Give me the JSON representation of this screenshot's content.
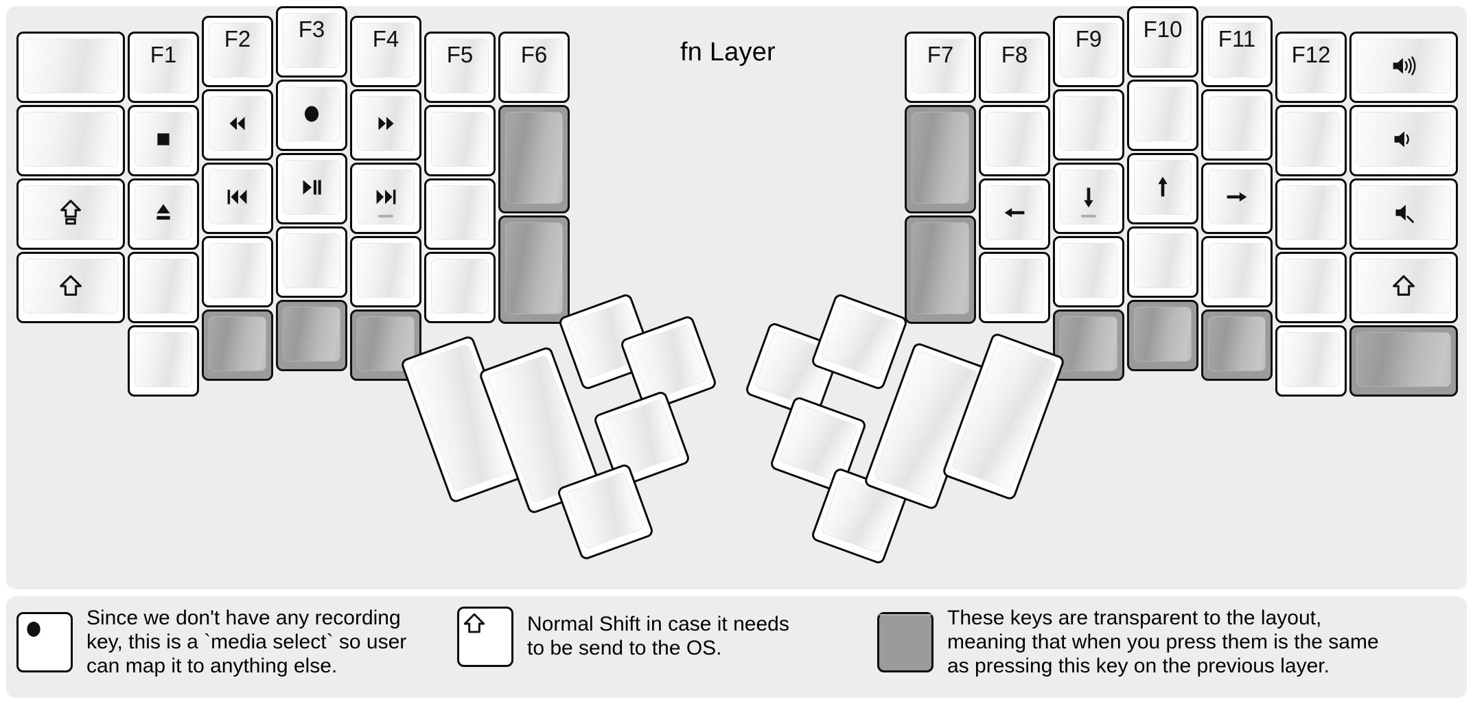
{
  "title": "fn Layer",
  "colors": {
    "background": "#ededed",
    "key_face": "#ffffff",
    "key_border": "#0a0a0a",
    "transparent_key": "#9b9b9b",
    "text": "#111111"
  },
  "keyboard": {
    "left_half": {
      "columns": [
        {
          "name": "col-outer-left",
          "keys": [
            {
              "label": "",
              "icon": "",
              "type": "normal"
            },
            {
              "label": "",
              "icon": "",
              "type": "normal"
            },
            {
              "label": "",
              "icon": "caps-lock-icon",
              "type": "normal"
            },
            {
              "label": "",
              "icon": "shift-icon",
              "type": "normal"
            }
          ]
        },
        {
          "name": "col-pinky",
          "keys": [
            {
              "label": "F1",
              "icon": "",
              "type": "normal"
            },
            {
              "label": "",
              "icon": "media-stop-icon",
              "type": "normal"
            },
            {
              "label": "",
              "icon": "media-eject-icon",
              "type": "normal"
            },
            {
              "label": "",
              "icon": "",
              "type": "normal"
            },
            {
              "label": "",
              "icon": "",
              "type": "normal"
            }
          ]
        },
        {
          "name": "col-ring",
          "keys": [
            {
              "label": "F2",
              "icon": "",
              "type": "normal"
            },
            {
              "label": "",
              "icon": "media-rewind-icon",
              "type": "normal"
            },
            {
              "label": "",
              "icon": "media-previous-icon",
              "type": "normal"
            },
            {
              "label": "",
              "icon": "",
              "type": "normal"
            },
            {
              "label": "",
              "icon": "",
              "type": "transparent"
            }
          ]
        },
        {
          "name": "col-middle",
          "keys": [
            {
              "label": "F3",
              "icon": "",
              "type": "normal"
            },
            {
              "label": "",
              "icon": "media-record-icon",
              "type": "normal"
            },
            {
              "label": "",
              "icon": "media-play-pause-icon",
              "type": "normal"
            },
            {
              "label": "",
              "icon": "",
              "type": "normal"
            },
            {
              "label": "",
              "icon": "",
              "type": "transparent"
            }
          ]
        },
        {
          "name": "col-index",
          "keys": [
            {
              "label": "F4",
              "icon": "",
              "type": "normal"
            },
            {
              "label": "",
              "icon": "media-fast-forward-icon",
              "type": "normal"
            },
            {
              "label": "",
              "icon": "media-next-icon",
              "type": "normal",
              "homing": true
            },
            {
              "label": "",
              "icon": "",
              "type": "normal"
            },
            {
              "label": "",
              "icon": "",
              "type": "transparent"
            }
          ]
        },
        {
          "name": "col-inner",
          "keys": [
            {
              "label": "F5",
              "icon": "",
              "type": "normal"
            },
            {
              "label": "",
              "icon": "",
              "type": "normal"
            },
            {
              "label": "",
              "icon": "",
              "type": "normal"
            },
            {
              "label": "",
              "icon": "",
              "type": "normal"
            }
          ]
        },
        {
          "name": "col-innermost",
          "keys": [
            {
              "label": "F6",
              "icon": "",
              "type": "normal"
            },
            {
              "label": "",
              "icon": "",
              "type": "transparent"
            },
            {
              "label": "",
              "icon": "",
              "type": "transparent"
            }
          ]
        }
      ],
      "thumb_cluster": [
        {
          "label": "",
          "icon": "",
          "type": "normal",
          "size": "large"
        },
        {
          "label": "",
          "icon": "",
          "type": "normal",
          "size": "large"
        },
        {
          "label": "",
          "icon": "",
          "type": "normal",
          "size": "small"
        },
        {
          "label": "",
          "icon": "",
          "type": "normal",
          "size": "small"
        },
        {
          "label": "",
          "icon": "",
          "type": "normal",
          "size": "small"
        },
        {
          "label": "",
          "icon": "",
          "type": "normal",
          "size": "small"
        }
      ]
    },
    "right_half": {
      "columns": [
        {
          "name": "col-innermost",
          "keys": [
            {
              "label": "F7",
              "icon": "",
              "type": "normal"
            },
            {
              "label": "",
              "icon": "",
              "type": "transparent"
            },
            {
              "label": "",
              "icon": "",
              "type": "transparent"
            }
          ]
        },
        {
          "name": "col-inner",
          "keys": [
            {
              "label": "F8",
              "icon": "",
              "type": "normal"
            },
            {
              "label": "",
              "icon": "",
              "type": "normal"
            },
            {
              "label": "",
              "icon": "arrow-left-icon",
              "type": "normal"
            },
            {
              "label": "",
              "icon": "",
              "type": "normal"
            }
          ]
        },
        {
          "name": "col-index",
          "keys": [
            {
              "label": "F9",
              "icon": "",
              "type": "normal"
            },
            {
              "label": "",
              "icon": "",
              "type": "normal"
            },
            {
              "label": "",
              "icon": "arrow-down-icon",
              "type": "normal",
              "homing": true
            },
            {
              "label": "",
              "icon": "",
              "type": "normal"
            },
            {
              "label": "",
              "icon": "",
              "type": "transparent"
            }
          ]
        },
        {
          "name": "col-middle",
          "keys": [
            {
              "label": "F10",
              "icon": "",
              "type": "normal"
            },
            {
              "label": "",
              "icon": "",
              "type": "normal"
            },
            {
              "label": "",
              "icon": "arrow-up-icon",
              "type": "normal"
            },
            {
              "label": "",
              "icon": "",
              "type": "normal"
            },
            {
              "label": "",
              "icon": "",
              "type": "transparent"
            }
          ]
        },
        {
          "name": "col-ring",
          "keys": [
            {
              "label": "F11",
              "icon": "",
              "type": "normal"
            },
            {
              "label": "",
              "icon": "",
              "type": "normal"
            },
            {
              "label": "",
              "icon": "arrow-right-icon",
              "type": "normal"
            },
            {
              "label": "",
              "icon": "",
              "type": "normal"
            },
            {
              "label": "",
              "icon": "",
              "type": "transparent"
            }
          ]
        },
        {
          "name": "col-pinky",
          "keys": [
            {
              "label": "F12",
              "icon": "",
              "type": "normal"
            },
            {
              "label": "",
              "icon": "",
              "type": "normal"
            },
            {
              "label": "",
              "icon": "",
              "type": "normal"
            },
            {
              "label": "",
              "icon": "",
              "type": "normal"
            },
            {
              "label": "",
              "icon": "",
              "type": "normal"
            }
          ]
        },
        {
          "name": "col-outer-right",
          "keys": [
            {
              "label": "",
              "icon": "volume-up-icon",
              "type": "normal"
            },
            {
              "label": "",
              "icon": "volume-down-icon",
              "type": "normal"
            },
            {
              "label": "",
              "icon": "volume-mute-icon",
              "type": "normal"
            },
            {
              "label": "",
              "icon": "shift-icon",
              "type": "normal"
            },
            {
              "label": "",
              "icon": "",
              "type": "transparent"
            }
          ]
        }
      ],
      "thumb_cluster": [
        {
          "label": "",
          "icon": "",
          "type": "normal",
          "size": "small"
        },
        {
          "label": "",
          "icon": "",
          "type": "normal",
          "size": "small"
        },
        {
          "label": "",
          "icon": "",
          "type": "normal",
          "size": "small"
        },
        {
          "label": "",
          "icon": "",
          "type": "normal",
          "size": "small"
        },
        {
          "label": "",
          "icon": "",
          "type": "normal",
          "size": "large"
        },
        {
          "label": "",
          "icon": "",
          "type": "normal",
          "size": "large"
        }
      ]
    }
  },
  "legend": [
    {
      "icon": "media-record-icon",
      "key_type": "normal",
      "text": "Since we don't have any recording\nkey, this is a `media select` so user\ncan map it to anything else."
    },
    {
      "icon": "shift-icon",
      "key_type": "normal",
      "text": "Normal Shift in case it needs\nto be send to the OS."
    },
    {
      "icon": "",
      "key_type": "transparent",
      "text": "These keys are transparent to the layout,\nmeaning that when you press them is the same\nas pressing this key on the previous layer."
    }
  ]
}
